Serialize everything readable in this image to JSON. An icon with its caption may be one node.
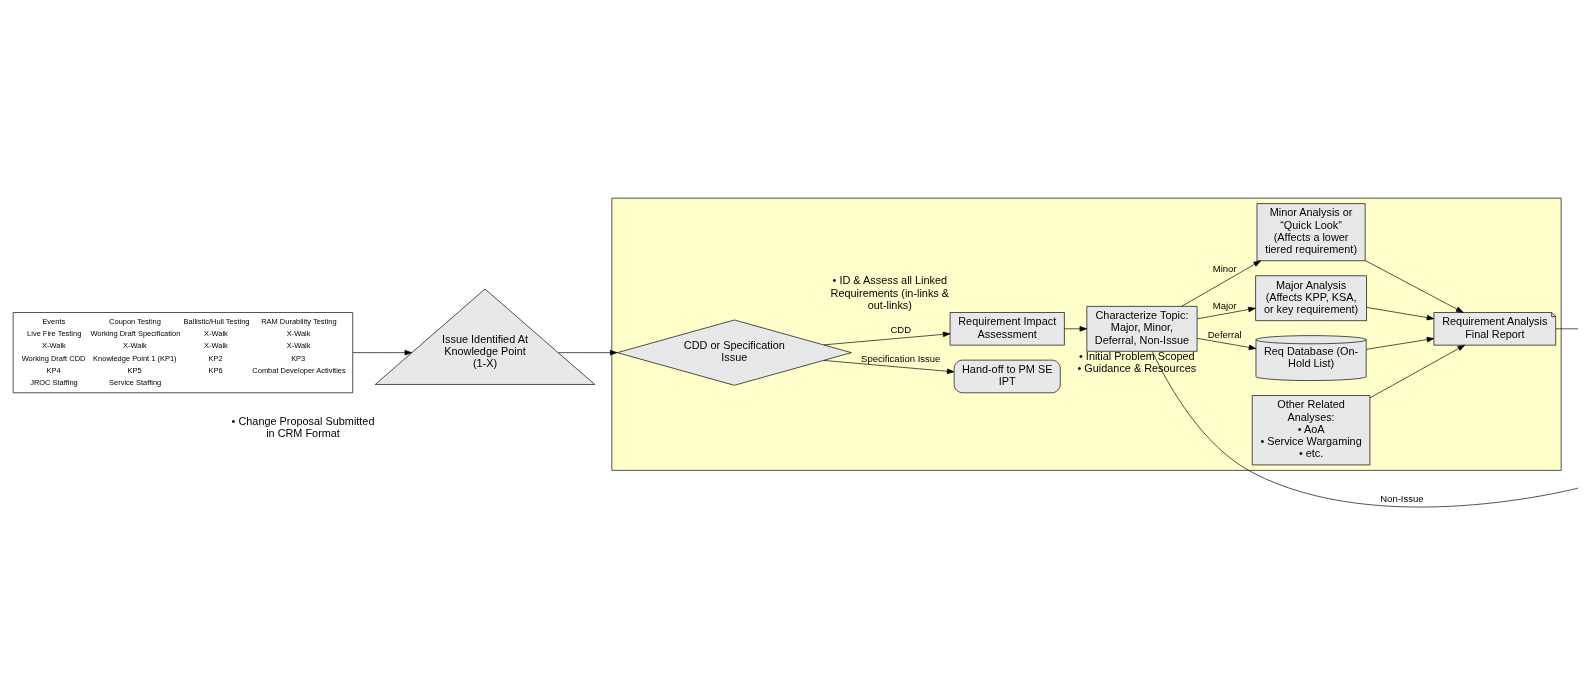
{
  "diagram": {
    "nodes": [
      {
        "text": [
          "Events",
          "Coupon Testing",
          "Ballistic/Hull Testing",
          "RAM Durability Testing",
          "Live Fire Testing",
          "Working Draft Specification",
          "X-Walk",
          "X-Walk",
          "X-Walk",
          "X-Walk",
          "X-Walk",
          "X-Walk",
          "Working Draft CDD",
          "Knowledge Point 1 (KP1)",
          "KP2",
          "KP3",
          "KP4",
          "KP5",
          "KP6",
          "Combat Developer Activities",
          "JROC Staffing",
          "Service Staffing"
        ]
      },
      {
        "text": [],
        "shape": "box"
      },
      {
        "text": [
          "Issue Identified At Knowledge Point (1-X)"
        ],
        "beside": [
          "• Change Proposal Submitted in CRM Format"
        ]
      },
      {
        "text": [
          "CDD or Specification Issue"
        ],
        "in": 1
      },
      {
        "text": [
          "Hand-off to PM SE IPT"
        ],
        "in": 1
      },
      {
        "text": [
          "Characterize Topic: Major, Minor, Deferral, Non-Issue"
        ],
        "in": 1,
        "beside": [
          "• Initial Problem Scoped",
          "• Guidance & Resources"
        ]
      },
      {
        "text": [
          "Requirement Impact Assessment"
        ],
        "in": 1,
        "beside": [
          "• ID & Assess all Linked Requirements (in-links & out-links)"
        ]
      },
      {
        "text": [
          "Req Database (On-Hold List)"
        ],
        "in": 1
      },
      {
        "text": [
          "Major Analysis (Affects KPP, KSA, or key requirement)"
        ],
        "in": 1
      },
      {
        "text": [
          "Minor Analysis or “Quick Look” (Affects a lower tiered requirement)"
        ],
        "in": 1
      },
      {
        "text": [
          "Other Related Analyses:",
          "• AoA",
          "• Service Wargaming",
          "• etc."
        ],
        "in": 1
      },
      {
        "text": [
          "Requirement Analysis Final Report"
        ],
        "in": 1
      }
    ],
    "edges": [
      {
        "from": 0,
        "to": 2,
        "arrow": "to"
      },
      {
        "from": 2,
        "to": 3,
        "arrow": "to"
      },
      {
        "from": 3,
        "to": 4,
        "arrow": "to",
        "label": "Specification Issue"
      },
      {
        "from": 3,
        "to": 6,
        "arrow": "to",
        "label": "CDD"
      },
      {
        "from": 6,
        "to": 5,
        "arrow": "to"
      },
      {
        "from": 5,
        "to": 7,
        "arrow": "to",
        "label": "Deferral"
      },
      {
        "from": 5,
        "to": 8,
        "arrow": "to",
        "label": "Major"
      },
      {
        "from": 5,
        "to": 9,
        "arrow": "to",
        "label": "Minor"
      },
      {
        "from": 5,
        "to": null,
        "arrow": "none",
        "label": "Non-Issue"
      },
      {
        "from": 7,
        "to": 11,
        "arrow": "to"
      },
      {
        "from": 8,
        "to": 11,
        "arrow": "to"
      },
      {
        "from": 9,
        "to": 11,
        "arrow": "to"
      },
      {
        "from": 10,
        "to": 11,
        "arrow": "to"
      },
      {
        "from": 11,
        "to": null,
        "arrow": "none"
      }
    ]
  }
}
